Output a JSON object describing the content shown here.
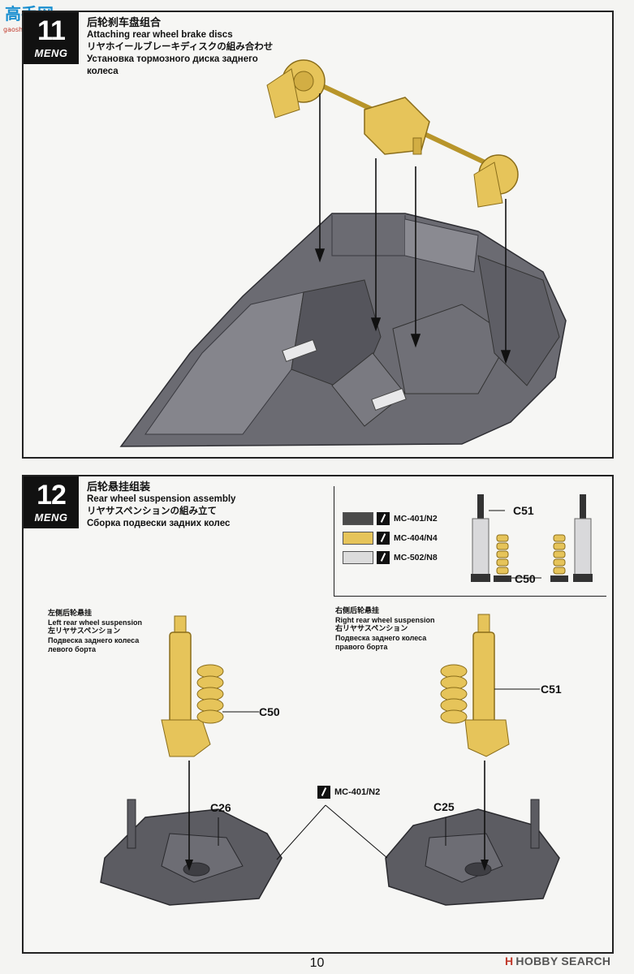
{
  "watermark": {
    "site": "高手网",
    "url": "gaoshou.com"
  },
  "step11": {
    "number": "11",
    "brand": "MENG",
    "title_zh": "后轮刹车盘组合",
    "title_en": "Attaching rear wheel brake discs",
    "title_ja": "リヤホイールブレーキディスクの組み合わせ",
    "title_ru": "Установка тормозного диска заднего колеса"
  },
  "step12": {
    "number": "12",
    "brand": "MENG",
    "title_zh": "后轮悬挂组装",
    "title_en": "Rear wheel suspension assembly",
    "title_ja": "リヤサスペンションの組み立て",
    "title_ru": "Сборка подвески задних колес",
    "legend": [
      {
        "color": "#4a4a4a",
        "code": "MC-401/N2"
      },
      {
        "color": "#e6c45a",
        "code": "MC-404/N4"
      },
      {
        "color": "#dcdcdc",
        "code": "MC-502/N8"
      }
    ],
    "legend_parts": {
      "upper": "C51",
      "lower": "C50"
    },
    "left": {
      "zh": "左侧后轮悬挂",
      "en": "Left rear wheel suspension",
      "ja": "左リヤサスペンション",
      "ru": "Подвеска заднего колеса левого борта",
      "spring_part": "C50",
      "base_part": "C26"
    },
    "right": {
      "zh": "右侧后轮悬挂",
      "en": "Right rear wheel suspension",
      "ja": "右リヤサスペンション",
      "ru": "Подвеска заднего колеса правого борта",
      "shock_part": "C51",
      "base_part": "C25"
    },
    "paint_note": "MC-401/N2"
  },
  "footer": {
    "page_number": "10",
    "brand_mark": "H",
    "brand_name": "HOBBY SEARCH"
  },
  "colors": {
    "yellow_part": "#e6c45a",
    "grey_part": "#5c5c62",
    "frame": "#222222"
  }
}
